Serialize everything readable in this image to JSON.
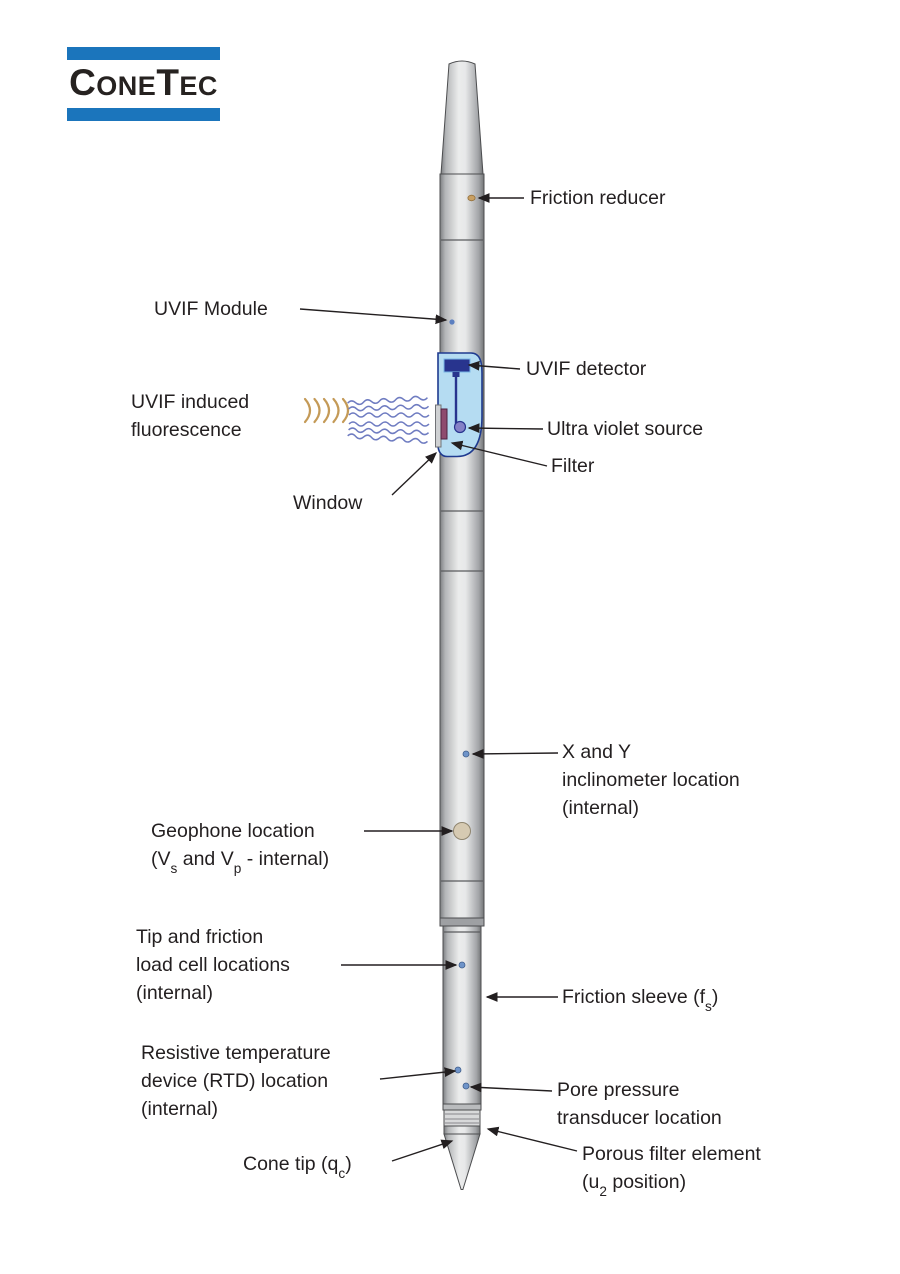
{
  "logo": {
    "parts": [
      "C",
      "ONE",
      "T",
      "EC"
    ]
  },
  "colors": {
    "brand_blue": "#1b75bc",
    "ink": "#231f20",
    "wave_blue": "#6f7cc1",
    "wave_gold": "#c49a57",
    "cutaway_fill": "#b5dcf2",
    "cutaway_stroke": "#1f3a8f",
    "detector_blue": "#28348e",
    "filter_maroon": "#8e4a6e",
    "uv_source_violet": "#8581c6",
    "geophone_tan": "#d6cab2",
    "sensor_dot_blue": "#6f94c9"
  },
  "labels": {
    "friction_reducer": "Friction reducer",
    "uvif_module": "UVIF Module",
    "uvif_detector": "UVIF detector",
    "uvif_fluorescence_l1": "UVIF induced",
    "uvif_fluorescence_l2": "fluorescence",
    "uv_source": "Ultra violet source",
    "filter": "Filter",
    "window": "Window",
    "inclinometer_l1": "X and Y",
    "inclinometer_l2": "inclinometer location",
    "inclinometer_l3": "(internal)",
    "geophone_l1": "Geophone location",
    "geophone_l2_a": "(V",
    "geophone_l2_sub1": "s",
    "geophone_l2_b": " and V",
    "geophone_l2_sub2": "p",
    "geophone_l2_c": " - internal)",
    "loadcell_l1": "Tip and friction",
    "loadcell_l2": "load cell locations",
    "loadcell_l3": "(internal)",
    "friction_sleeve_a": "Friction sleeve (f",
    "friction_sleeve_sub": "s",
    "friction_sleeve_b": ")",
    "rtd_l1": "Resistive temperature",
    "rtd_l2": "device (RTD) location",
    "rtd_l3": "(internal)",
    "pore_pressure_l1": "Pore pressure",
    "pore_pressure_l2": "transducer location",
    "porous_l1": "Porous filter element",
    "porous_l2_a": "(u",
    "porous_l2_sub": "2",
    "porous_l2_b": " position)",
    "cone_tip_a": "Cone tip (q",
    "cone_tip_sub": "c",
    "cone_tip_b": ")"
  }
}
